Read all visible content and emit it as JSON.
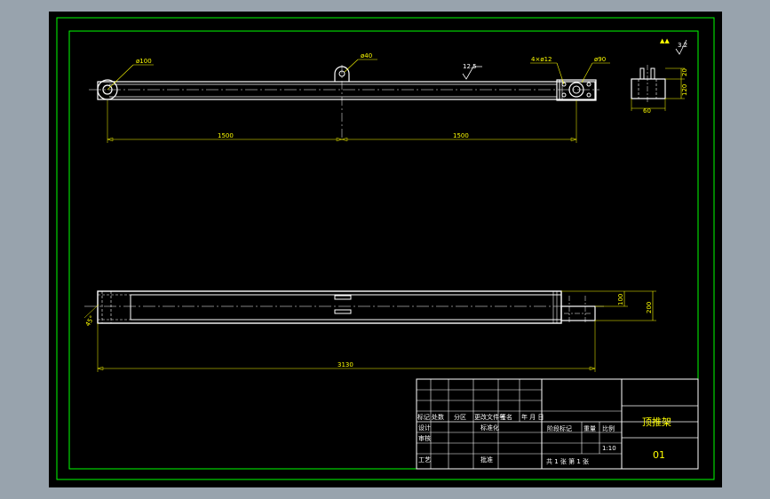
{
  "colors": {
    "background": "#000000",
    "border": "#00ff00",
    "geometry": "#ffffff",
    "dimension": "#ffff00",
    "chrome": "#98a3ad"
  },
  "top_view": {
    "dia_left": "ø100",
    "dia_mid": "ø40",
    "roughness": "12.5",
    "holes": "4×ø12",
    "dia_right": "ø90",
    "len_left": "1500",
    "len_right": "1500"
  },
  "side_view": {
    "d1": "20",
    "d2": "120",
    "d3": "60",
    "roughness_corner": "3.2"
  },
  "front_view": {
    "total_len": "3130",
    "h1": "100",
    "h2": "200",
    "chamfer": "45°"
  },
  "title_block": {
    "name": "顶推架",
    "drawing_no": "01",
    "scale": "1:10",
    "stage_mark": "阶段标记",
    "weight": "重量",
    "ratio": "比例",
    "sheets": "共 1 张  第 1 张",
    "r_mark": "标记",
    "r_count": "处数",
    "r_zone": "分区",
    "r_change": "更改文件号",
    "r_sign": "签名",
    "r_date": "年 月 日",
    "r_design": "设计",
    "r_check": "审核",
    "r_process": "工艺",
    "r_std": "标准化",
    "r_approve": "批准"
  }
}
